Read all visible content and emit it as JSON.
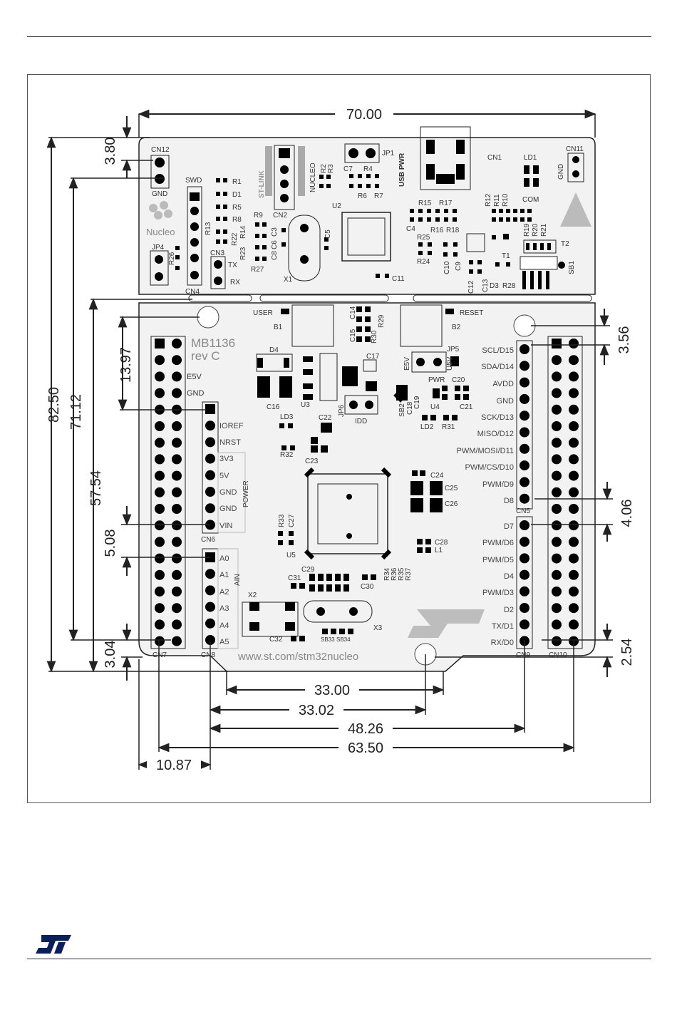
{
  "board": {
    "top_labels": [
      "CN12",
      "GND",
      "Nucleo",
      "JP4",
      "SWD",
      "R1",
      "D1",
      "R5",
      "R8",
      "R13",
      "R26",
      "R22",
      "R23",
      "R14",
      "R9",
      "R27",
      "CN3",
      "TX",
      "RX",
      "CN4",
      "ST-LINK",
      "NUCLEO",
      "CN2",
      "R2",
      "R3",
      "C7",
      "R4",
      "R6",
      "R7",
      "JP1",
      "USB PWR",
      "CN1",
      "LD1",
      "COM",
      "CN11",
      "GND",
      "U2",
      "X1",
      "C3",
      "C6",
      "C8",
      "C4",
      "C5",
      "C11",
      "R15",
      "R17",
      "R16",
      "R18",
      "R25",
      "R24",
      "C10",
      "C9",
      "C12",
      "C13",
      "D3",
      "R28",
      "R10",
      "R11",
      "R12",
      "R19",
      "R20",
      "R21",
      "T1",
      "T2",
      "SB1"
    ],
    "main_labels": [
      "USER",
      "RESET",
      "B1",
      "B2",
      "C14",
      "C15",
      "R29",
      "R30",
      "C17",
      "E5V",
      "U5V",
      "JP5",
      "MB1136",
      "rev C",
      "D4",
      "U3",
      "C16",
      "LD3",
      "R32",
      "C22",
      "C23",
      "JP6",
      "IDD",
      "SB2",
      "C18",
      "C19",
      "PWR",
      "U4",
      "C20",
      "C21",
      "LD2",
      "R31",
      "C24",
      "C25",
      "C26",
      "R33",
      "C27",
      "U5",
      "C28",
      "L1",
      "C29",
      "C31",
      "C30",
      "R34",
      "R36",
      "R35",
      "R37",
      "X2",
      "C32",
      "X3",
      "SB33",
      "SB34",
      "www.st.com/stm32nucleo",
      "CN7",
      "CN8",
      "CN5",
      "CN6",
      "CN9",
      "CN10",
      "POWER",
      "AIN"
    ],
    "cn6_pins": [
      "IOREF",
      "NRST",
      "3V3",
      "5V",
      "GND",
      "GND",
      "VIN"
    ],
    "cn8_pins": [
      "A0",
      "A1",
      "A2",
      "A3",
      "A4",
      "A5"
    ],
    "cn7_side": [
      "E5V",
      "GND"
    ],
    "cn5_pins": [
      "SCL/D15",
      "SDA/D14",
      "AVDD",
      "GND",
      "SCK/D13",
      "MISO/D12",
      "PWM/MOSI/D11",
      "PWM/CS/D10",
      "PWM/D9",
      "D8"
    ],
    "cn9_pins": [
      "D7",
      "PWM/D6",
      "PWM/D5",
      "D4",
      "PWM/D3",
      "D2",
      "TX/D1",
      "RX/D0"
    ]
  },
  "dimensions": {
    "width_total": "70.00",
    "h_82": "82.50",
    "h_71": "71.12",
    "h_57": "57.54",
    "h_3_80": "3.80",
    "h_13_97": "13.97",
    "h_5_08": "5.08",
    "h_3_04": "3.04",
    "r_3_56": "3.56",
    "r_4_06": "4.06",
    "r_2_54": "2.54",
    "b_33_00": "33.00",
    "b_33_02": "33.02",
    "b_48_26": "48.26",
    "b_63_50": "63.50",
    "b_10_87": "10.87"
  },
  "colors": {
    "board_fill": "#f2f2f2",
    "line": "#222222",
    "pin": "#000000",
    "logo": "#0a1f5c"
  }
}
